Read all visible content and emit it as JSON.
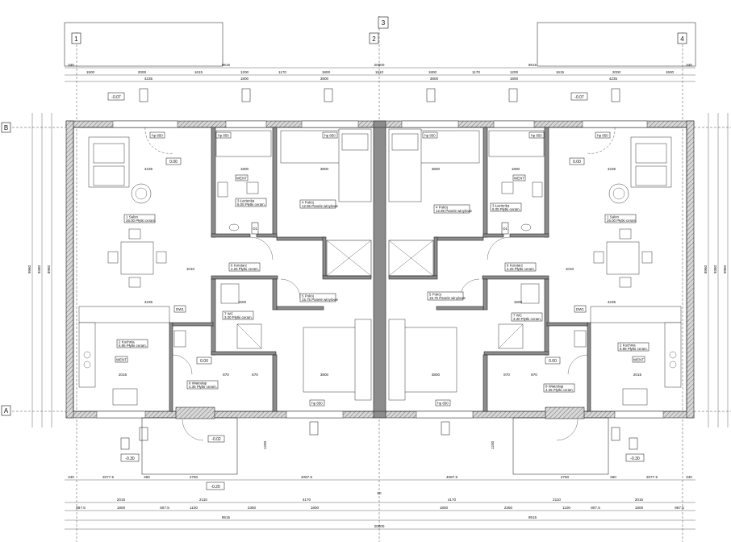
{
  "axes": {
    "a1": "1",
    "a2": "2",
    "a3": "3",
    "a4": "4",
    "aA": "A",
    "aB": "B"
  },
  "levels": {
    "left_top": "-0.07",
    "right_top": "-0.07",
    "entry_left": "0.00",
    "entry_right": "0.00",
    "hall_left": "0.00",
    "hall_right": "0.00",
    "porch_left": "-0.02",
    "ground_left": "-0.30",
    "ground_right": "-0.30",
    "ground_center": "-0.20"
  },
  "dims_top": {
    "row1": [
      "340",
      "9515",
      "20000",
      "340"
    ],
    "row2": [
      "1500",
      "2000",
      "1615",
      "1200",
      "1170",
      "1800",
      "1510",
      "1800",
      "1170",
      "1200",
      "1615",
      "2000",
      "1500"
    ],
    "row3": [
      "4235",
      "1800",
      "3800",
      "3800",
      "1800",
      "4235"
    ]
  },
  "dims_bottom": {
    "row1": [
      "340",
      "2077.5",
      "360",
      "2760",
      "4087.5",
      "50",
      "4087.5",
      "2760",
      "360",
      "2077.5",
      "340"
    ],
    "row2": [
      "2015",
      "2110",
      "4170",
      "4170",
      "2110",
      "2015"
    ],
    "row3": [
      "967.5",
      "1800",
      "807.5",
      "1100",
      "2350",
      "1800",
      "1800",
      "2350",
      "1100",
      "807.5",
      "1800",
      "967.5"
    ],
    "row4": [
      "9515",
      "9515"
    ],
    "row5": [
      "20000"
    ]
  },
  "dims_side": {
    "left": [
      "8960",
      "9380",
      "9960"
    ],
    "right": [
      "8960",
      "9380",
      "9960"
    ]
  },
  "rooms": {
    "salon_l": {
      "code": "1",
      "name": "Salon",
      "area": "26.00",
      "floor": "Płytki ceram."
    },
    "kuchnia_l": {
      "code": "2",
      "name": "Kuchnia",
      "area": "6.95",
      "floor": "Płytki ceram."
    },
    "lazienka_l": {
      "code": "3",
      "name": "Łazienka",
      "area": "6.05",
      "floor": "Płytki ceram."
    },
    "pokoj1_l": {
      "code": "4",
      "name": "Pokój",
      "area": "12.95",
      "floor": "Panele winylowe"
    },
    "pokoj2_l": {
      "code": "5",
      "name": "Pokój",
      "area": "15.75",
      "floor": "Panele winylowe"
    },
    "korytarz_l": {
      "code": "6",
      "name": "Korytarz",
      "area": "4.25",
      "floor": "Płytki ceram."
    },
    "wc_l": {
      "code": "7",
      "name": "WC",
      "area": "3.30",
      "floor": "Płytki ceram."
    },
    "wiatrolap_l": {
      "code": "8",
      "name": "Wiatrołap",
      "area": "4.35",
      "floor": "Płytki ceram."
    },
    "salon_r": {
      "code": "1",
      "name": "Salon",
      "area": "26.00",
      "floor": "Płytki ceram."
    },
    "kuchnia_r": {
      "code": "2",
      "name": "Kuchnia",
      "area": "6.95",
      "floor": "Płytki ceram."
    },
    "lazienka_r": {
      "code": "3",
      "name": "Łazienka",
      "area": "6.05",
      "floor": "Płytki ceram."
    },
    "pokoj1_r": {
      "code": "4",
      "name": "Pokój",
      "area": "12.95",
      "floor": "Panele winylowe"
    },
    "pokoj2_r": {
      "code": "5",
      "name": "Pokój",
      "area": "15.75",
      "floor": "Panele winylowe"
    },
    "korytarz_r": {
      "code": "6",
      "name": "Korytarz",
      "area": "4.25",
      "floor": "Płytki ceram."
    },
    "wc_r": {
      "code": "7",
      "name": "WC",
      "area": "3.30",
      "floor": "Płytki ceram."
    },
    "wiatrolap_r": {
      "code": "8",
      "name": "Wiatrołap",
      "area": "4.35",
      "floor": "Płytki ceram."
    }
  },
  "tags": {
    "vent": "WENT",
    "window_height": "hp 850",
    "door_tag": "DW1",
    "window_tag": "O1"
  },
  "interior_dims": {
    "salon_w": "4235",
    "kuchnia_w": "2015",
    "lazienka_w": "1800",
    "pokoj_w": "3800",
    "wc_w": "1500",
    "wiatrolap_w": "870",
    "korytarz_w": "1010"
  }
}
